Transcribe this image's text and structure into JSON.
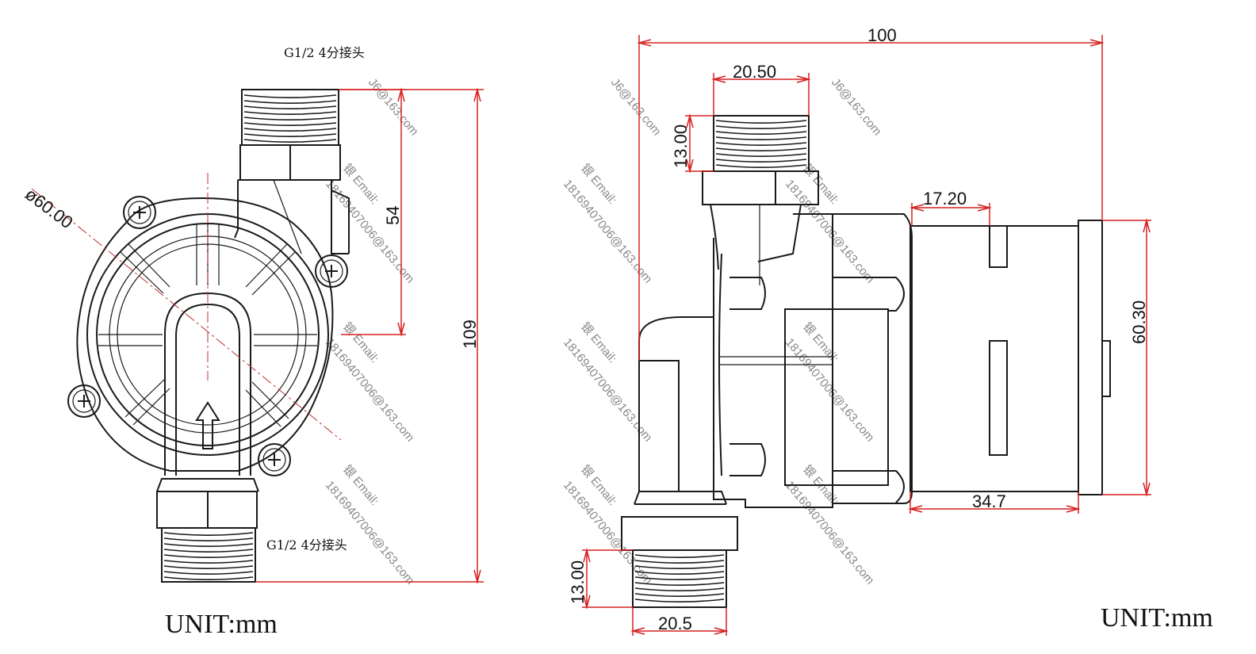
{
  "left_view": {
    "note_top": "G1/2  4分接头",
    "note_bottom": "G1/2  4分接头",
    "dim_diameter": "ø60.00",
    "dim_54": "54",
    "dim_109": "109",
    "unit": "UNIT:mm"
  },
  "right_view": {
    "dim_100": "100",
    "dim_20_50": "20.50",
    "dim_13_top": "13.00",
    "dim_17_20": "17.20",
    "dim_60_30": "60.30",
    "dim_34_7": "34.7",
    "dim_13_bottom": "13.00",
    "dim_20_5": "20.5",
    "unit": "UNIT:mm"
  },
  "watermarks": {
    "email": "J6@163.com",
    "label": "银 Email:",
    "number": "18169407006@163.com"
  },
  "colors": {
    "line": "#1a1a1a",
    "dimension": "#d62020",
    "background": "#ffffff"
  }
}
